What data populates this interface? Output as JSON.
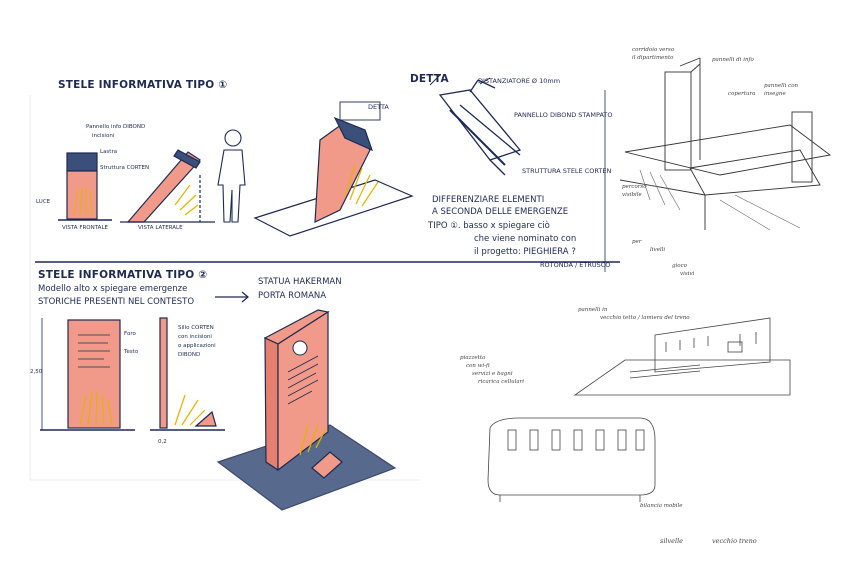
{
  "section1": {
    "title": "STELE INFORMATIVA TIPO ①",
    "label_pannello": "Pannello info DIBOND",
    "label_incisioni": "incisioni",
    "label_lastra": "Lastra",
    "label_struttura": "Struttura CORTEN",
    "label_luce": "LUCE",
    "label_vista_frontale": "VISTA FRONTALE",
    "label_vista_laterale": "VISTA LATERALE",
    "label_detta_small": "DETTA"
  },
  "detail": {
    "title": "DETTA",
    "distanziatore": "DISTANZIATORE Ø 10mm",
    "pannello_dibond": "PANNELLO DIBOND STAMPATO",
    "struttura": "STRUTTURA STELE CORTEN"
  },
  "note": {
    "line1": "DIFFERENZIARE ELEMENTI",
    "line2": "A SECONDA DELLE EMERGENZE",
    "line3": "TIPO ①. basso x spiegare ciò",
    "line4": "che viene nominato con",
    "line5": "il progetto: PIEGHIERA ?",
    "line6": "ROTONDA / ETRUSCO"
  },
  "section2": {
    "title": "STELE INFORMATIVA TIPO ②",
    "subtitle1": "Modello alto x spiegare emergenze",
    "subtitle2": "STORICHE PRESENTI NEL CONTESTO",
    "arrow_target1": "STATUA HAKERMAN",
    "arrow_target2": "PORTA ROMANA",
    "label_foro": "Foro",
    "label_testo": "Testo",
    "label_side1": "Sillo CORTEN",
    "label_side2": "con incisioni",
    "label_side3": "o applicazioni",
    "label_side4": "DIBOND",
    "dim_height": "2,50",
    "dim_width": "0,2"
  },
  "sketch_tr": {
    "label1": "corridoio verso",
    "label2": "il dipartimento",
    "label3": "pannelli di info",
    "label4": "copertura",
    "label5": "pannelli con",
    "label6": "insegne",
    "label7": "percorso",
    "label8": "visibile",
    "label9": "per",
    "label10": "livelli",
    "label11": "gioco",
    "label12": "visivi"
  },
  "sketch_br": {
    "label1": "pannelli in",
    "label2": "vecchio tetto / lamiera del treno",
    "label3": "piazzetta",
    "label4": "con wi-fi",
    "label5": "servizi e bagni",
    "label6": "ricarica cellulari",
    "label7": "bilancia mobile",
    "caption1": "silvelle",
    "caption2": "vecchio treno"
  },
  "colors": {
    "ink": "#1d2a52",
    "corten": "#f29a8a",
    "light": "#f7e36a",
    "shadow": "#3a4f7a",
    "pencil": "#555555"
  }
}
